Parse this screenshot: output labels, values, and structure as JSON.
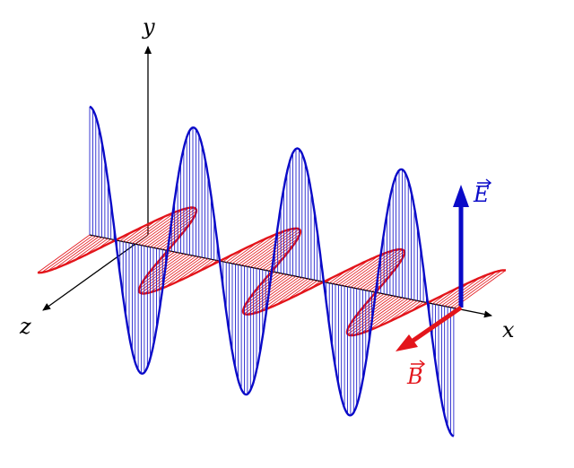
{
  "labels": {
    "y_axis": "y",
    "x_axis": "x",
    "z_axis": "z",
    "e_field": "E",
    "b_field": "B"
  },
  "colors": {
    "axis": "#000000",
    "electric": "#0a0ac8",
    "magnetic": "#e3151b",
    "background": "#ffffff"
  },
  "wave": {
    "cycles_shown": 3.5,
    "electric_plane": "x-y",
    "magnetic_plane": "x-z",
    "propagation": "x"
  }
}
